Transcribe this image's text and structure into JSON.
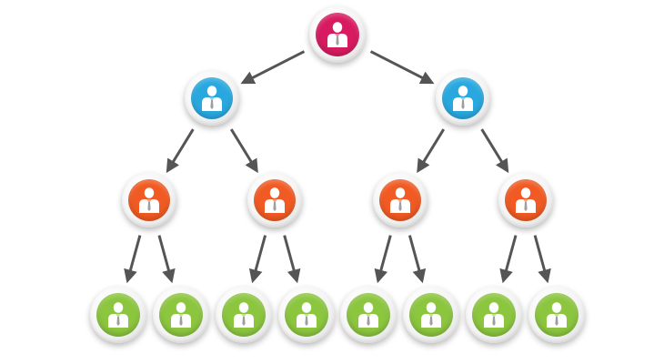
{
  "colors": {
    "top": "#d81b60",
    "manager": "#29a8e0",
    "lead": "#f15a22",
    "staff": "#8cc63f",
    "arrow": "#555555"
  },
  "tree": {
    "level": "top",
    "children": [
      {
        "level": "manager",
        "children": [
          {
            "level": "lead",
            "children": [
              {
                "level": "staff"
              },
              {
                "level": "staff"
              }
            ]
          },
          {
            "level": "lead",
            "children": [
              {
                "level": "staff"
              },
              {
                "level": "staff"
              }
            ]
          }
        ]
      },
      {
        "level": "manager",
        "children": [
          {
            "level": "lead",
            "children": [
              {
                "level": "staff"
              },
              {
                "level": "staff"
              }
            ]
          },
          {
            "level": "lead",
            "children": [
              {
                "level": "staff"
              },
              {
                "level": "staff"
              }
            ]
          }
        ]
      }
    ]
  }
}
